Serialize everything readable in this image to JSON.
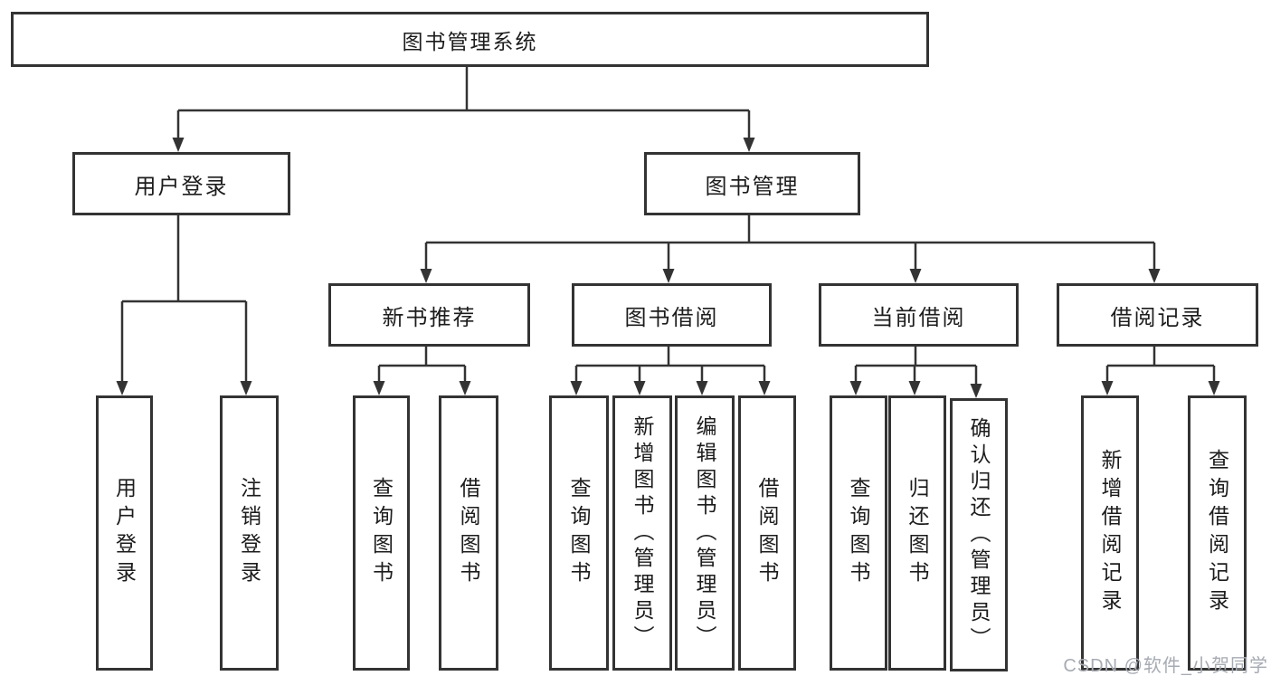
{
  "diagram_title": "图书管理系统",
  "tree": {
    "label": "图书管理系统",
    "children": [
      {
        "label": "用户登录",
        "children": [
          {
            "label": "用户登录"
          },
          {
            "label": "注销登录"
          }
        ]
      },
      {
        "label": "图书管理",
        "children": [
          {
            "label": "新书推荐",
            "children": [
              {
                "label": "查询图书"
              },
              {
                "label": "借阅图书"
              }
            ]
          },
          {
            "label": "图书借阅",
            "children": [
              {
                "label": "查询图书"
              },
              {
                "label": "新增图书（管理员）"
              },
              {
                "label": "编辑图书（管理员）"
              },
              {
                "label": "借阅图书"
              }
            ]
          },
          {
            "label": "当前借阅",
            "children": [
              {
                "label": "查询图书"
              },
              {
                "label": "归还图书"
              },
              {
                "label": "确认归还（管理员）"
              }
            ]
          },
          {
            "label": "借阅记录",
            "children": [
              {
                "label": "新增借阅记录"
              },
              {
                "label": "查询借阅记录"
              }
            ]
          }
        ]
      }
    ]
  },
  "watermark": "CSDN @软件_小贺同学",
  "colors": {
    "line": "#333333",
    "box_border": "#333333",
    "box_fill": "#ffffff",
    "text": "#1c1c1c",
    "watermark": "#a7abb3",
    "background": "#ffffff"
  }
}
